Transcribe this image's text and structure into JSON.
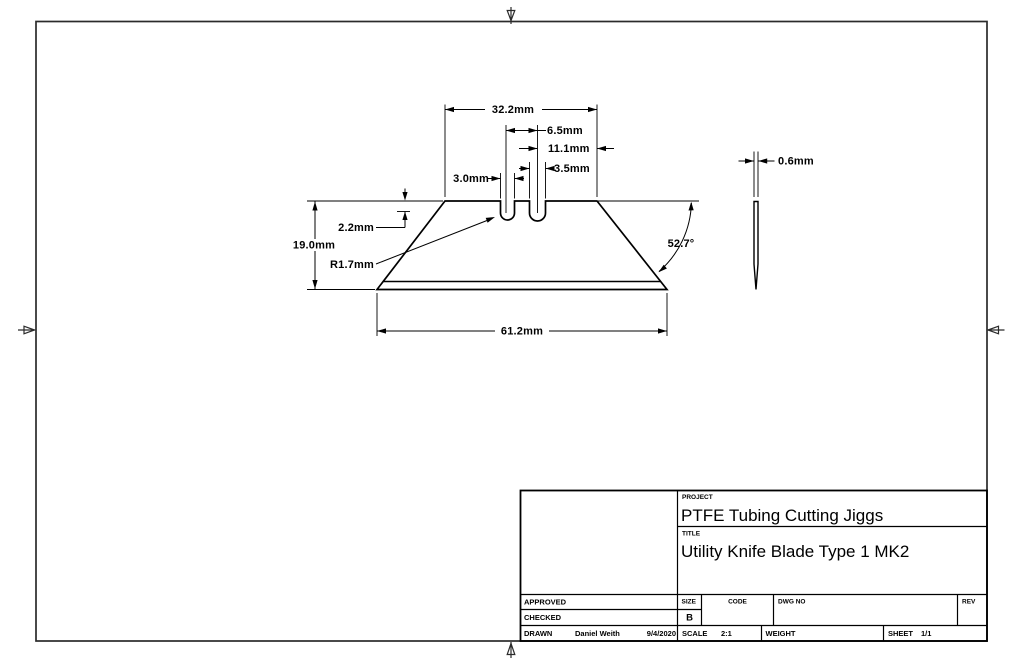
{
  "colors": {
    "line": "#000000",
    "frame": "#2b2b2b",
    "paper": "#ffffff"
  },
  "drawing": {
    "dimensions": {
      "top_width": "32.2mm",
      "notch_spacing": "6.5mm",
      "notch_to_edge": "11.1mm",
      "notch2_width": "3.5mm",
      "notch1_width": "3.0mm",
      "notch_depth": "2.2mm",
      "blade_height": "19.0mm",
      "notch_radius": "R1.7mm",
      "edge_angle": "52.7°",
      "bottom_width": "61.2mm",
      "thickness": "0.6mm"
    }
  },
  "title_block": {
    "project_label": "PROJECT",
    "project": "PTFE Tubing Cutting Jiggs",
    "title_label": "TITLE",
    "title": "Utility Knife Blade Type 1 MK2",
    "approved_label": "APPROVED",
    "checked_label": "CHECKED",
    "drawn_label": "DRAWN",
    "drawn_by": "Daniel Weith",
    "drawn_date": "9/4/2020",
    "size_label": "SIZE",
    "size": "B",
    "code_label": "CODE",
    "dwg_no_label": "DWG NO",
    "rev_label": "REV",
    "scale_label": "SCALE",
    "scale": "2:1",
    "weight_label": "WEIGHT",
    "sheet_label": "SHEET",
    "sheet": "1/1"
  }
}
